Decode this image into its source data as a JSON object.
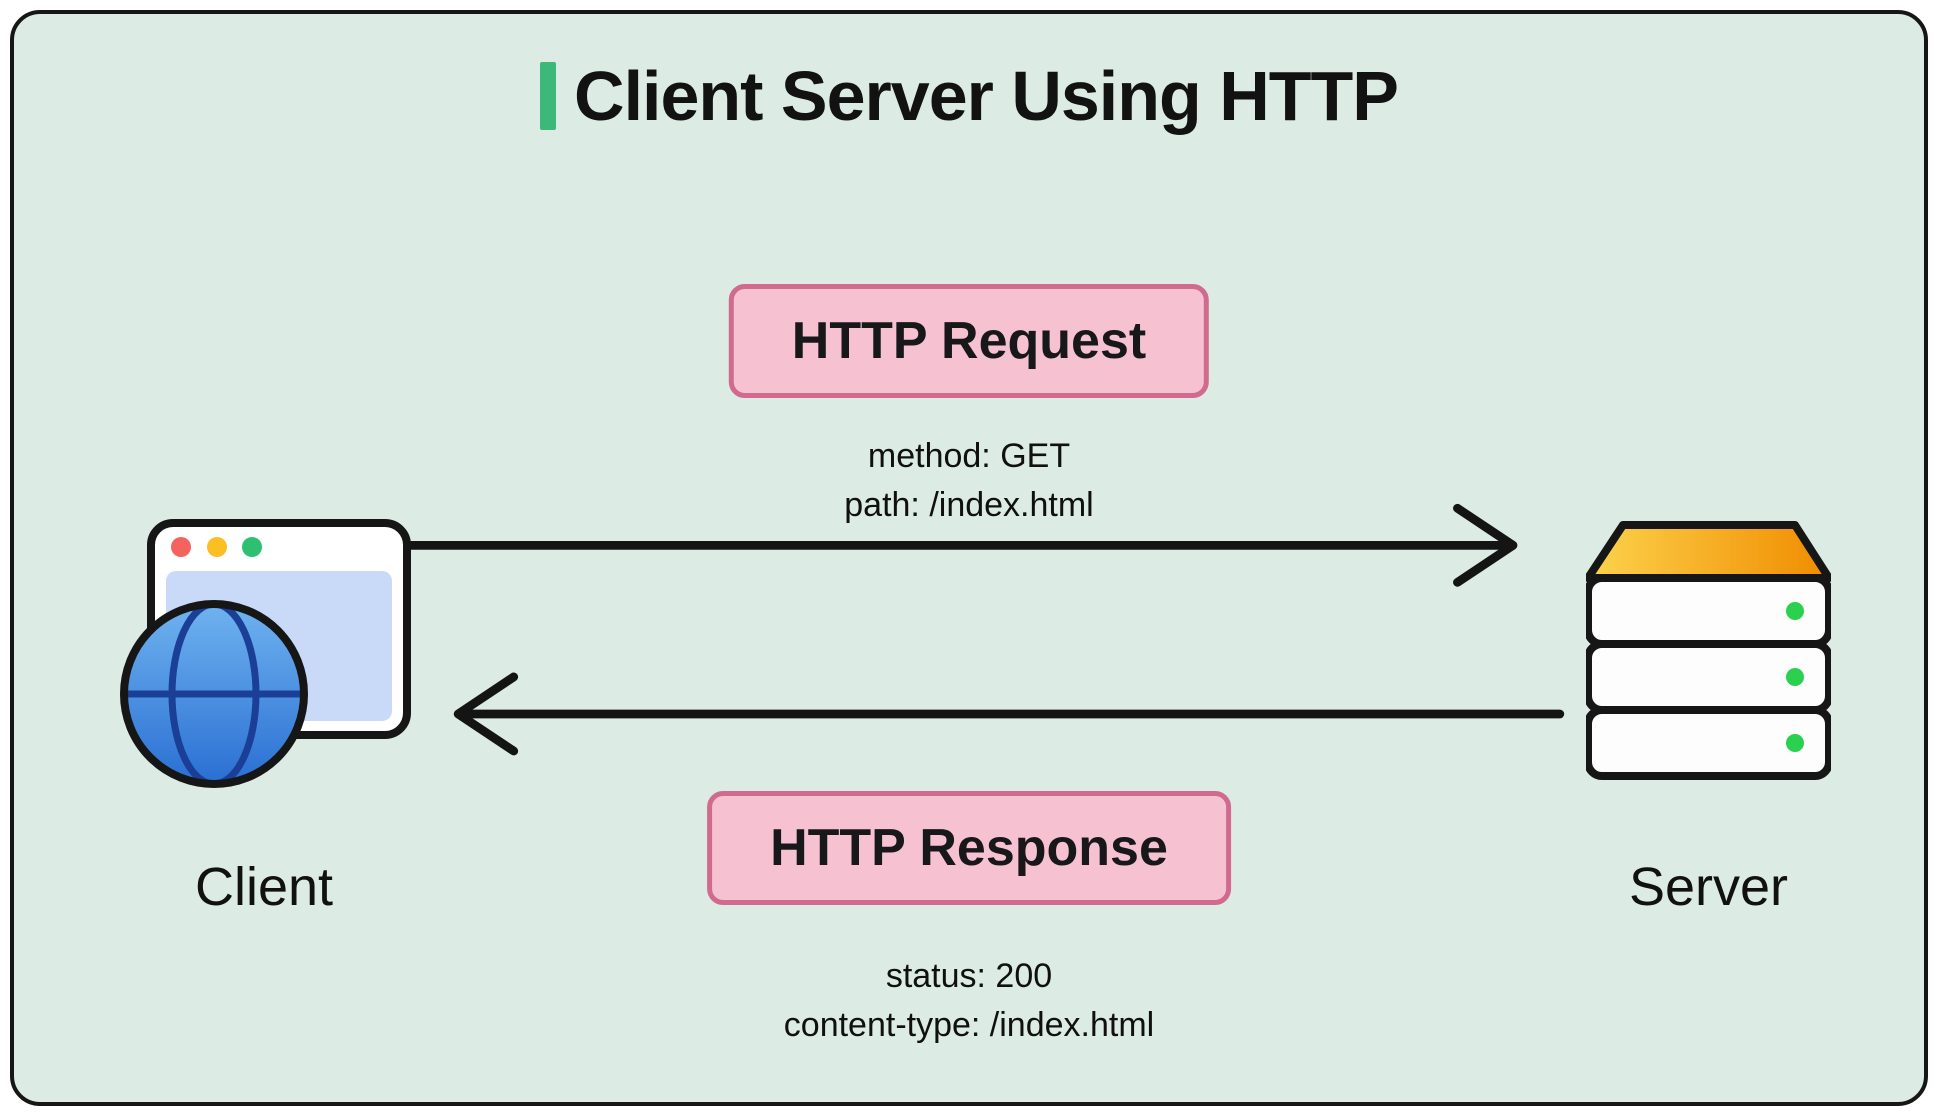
{
  "title": "Client Server Using HTTP",
  "request": {
    "label": "HTTP Request",
    "lines": [
      "method: GET",
      "path: /index.html"
    ]
  },
  "response": {
    "label": "HTTP Response",
    "lines": [
      "status: 200",
      "content-type: /index.html"
    ]
  },
  "client": {
    "label": "Client",
    "icon": "browser-globe-icon"
  },
  "server": {
    "label": "Server",
    "icon": "server-stack-icon"
  },
  "colors": {
    "card_bg": "#dcebe4",
    "card_border": "#161616",
    "accent_green": "#3cb878",
    "pink_fill": "#f6c2d2",
    "pink_border": "#d06a8e",
    "arrow": "#141414",
    "globe_blue": "#2a6fd2",
    "browser_content_blue": "#c9d9f8",
    "server_top_yellow": "#fcd34d",
    "server_top_orange": "#f08c00",
    "led_green": "#2bd14e",
    "dot_red": "#f4635e",
    "dot_yellow": "#fbbf24",
    "dot_green": "#2fbf71"
  }
}
